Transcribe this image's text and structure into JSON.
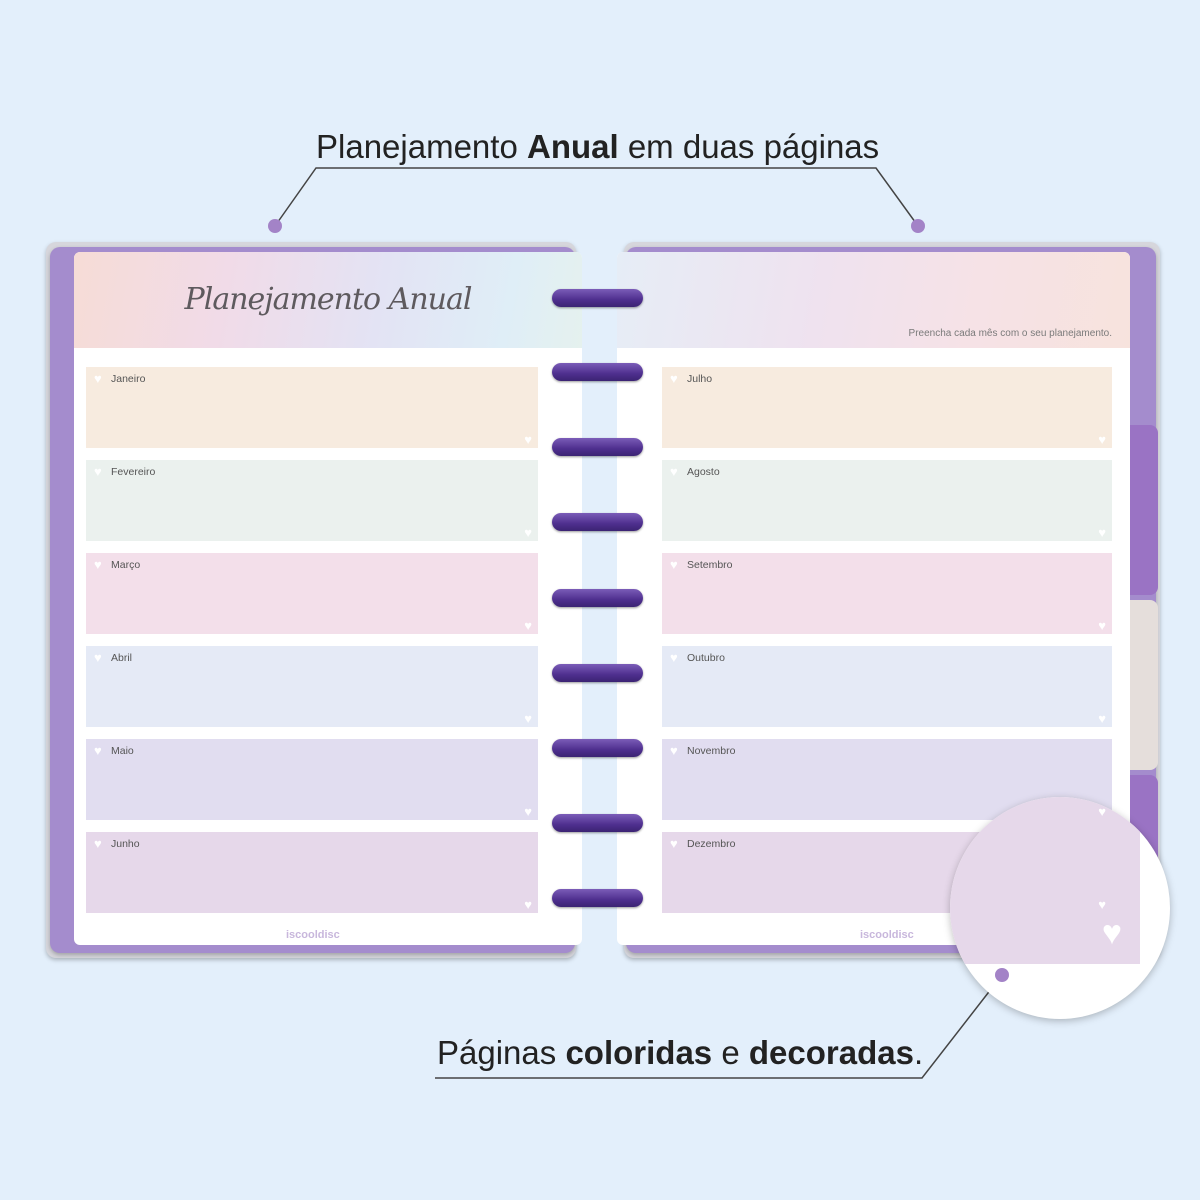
{
  "top_caption": {
    "part1": "Planejamento ",
    "bold": "Anual",
    "part2": " em duas páginas"
  },
  "bottom_caption": {
    "part1": "Páginas ",
    "bold1": "coloridas",
    "mid": " e ",
    "bold2": "decoradas",
    "end": "."
  },
  "left_page": {
    "title": "Planejamento Anual",
    "brand": "iscooldisc",
    "months": [
      {
        "label": "Janeiro",
        "color": "#f7ebdf"
      },
      {
        "label": "Fevereiro",
        "color": "#ebf1ee"
      },
      {
        "label": "Março",
        "color": "#f3dfea"
      },
      {
        "label": "Abril",
        "color": "#e5eaf6"
      },
      {
        "label": "Maio",
        "color": "#e1ddf0"
      },
      {
        "label": "Junho",
        "color": "#e6d8ea"
      }
    ]
  },
  "right_page": {
    "hint": "Preencha cada mês com o seu planejamento.",
    "brand": "iscooldisc",
    "months": [
      {
        "label": "Julho",
        "color": "#f7ebdf"
      },
      {
        "label": "Agosto",
        "color": "#ebf1ee"
      },
      {
        "label": "Setembro",
        "color": "#f3dfea"
      },
      {
        "label": "Outubro",
        "color": "#e5eaf6"
      },
      {
        "label": "Novembro",
        "color": "#e1ddf0"
      },
      {
        "label": "Dezembro",
        "color": "#e6d8ea"
      }
    ]
  },
  "colors": {
    "background": "#e3effb",
    "cover": "#a48ccd",
    "ring": "#4e2f8e",
    "accent": "#a383c7"
  }
}
